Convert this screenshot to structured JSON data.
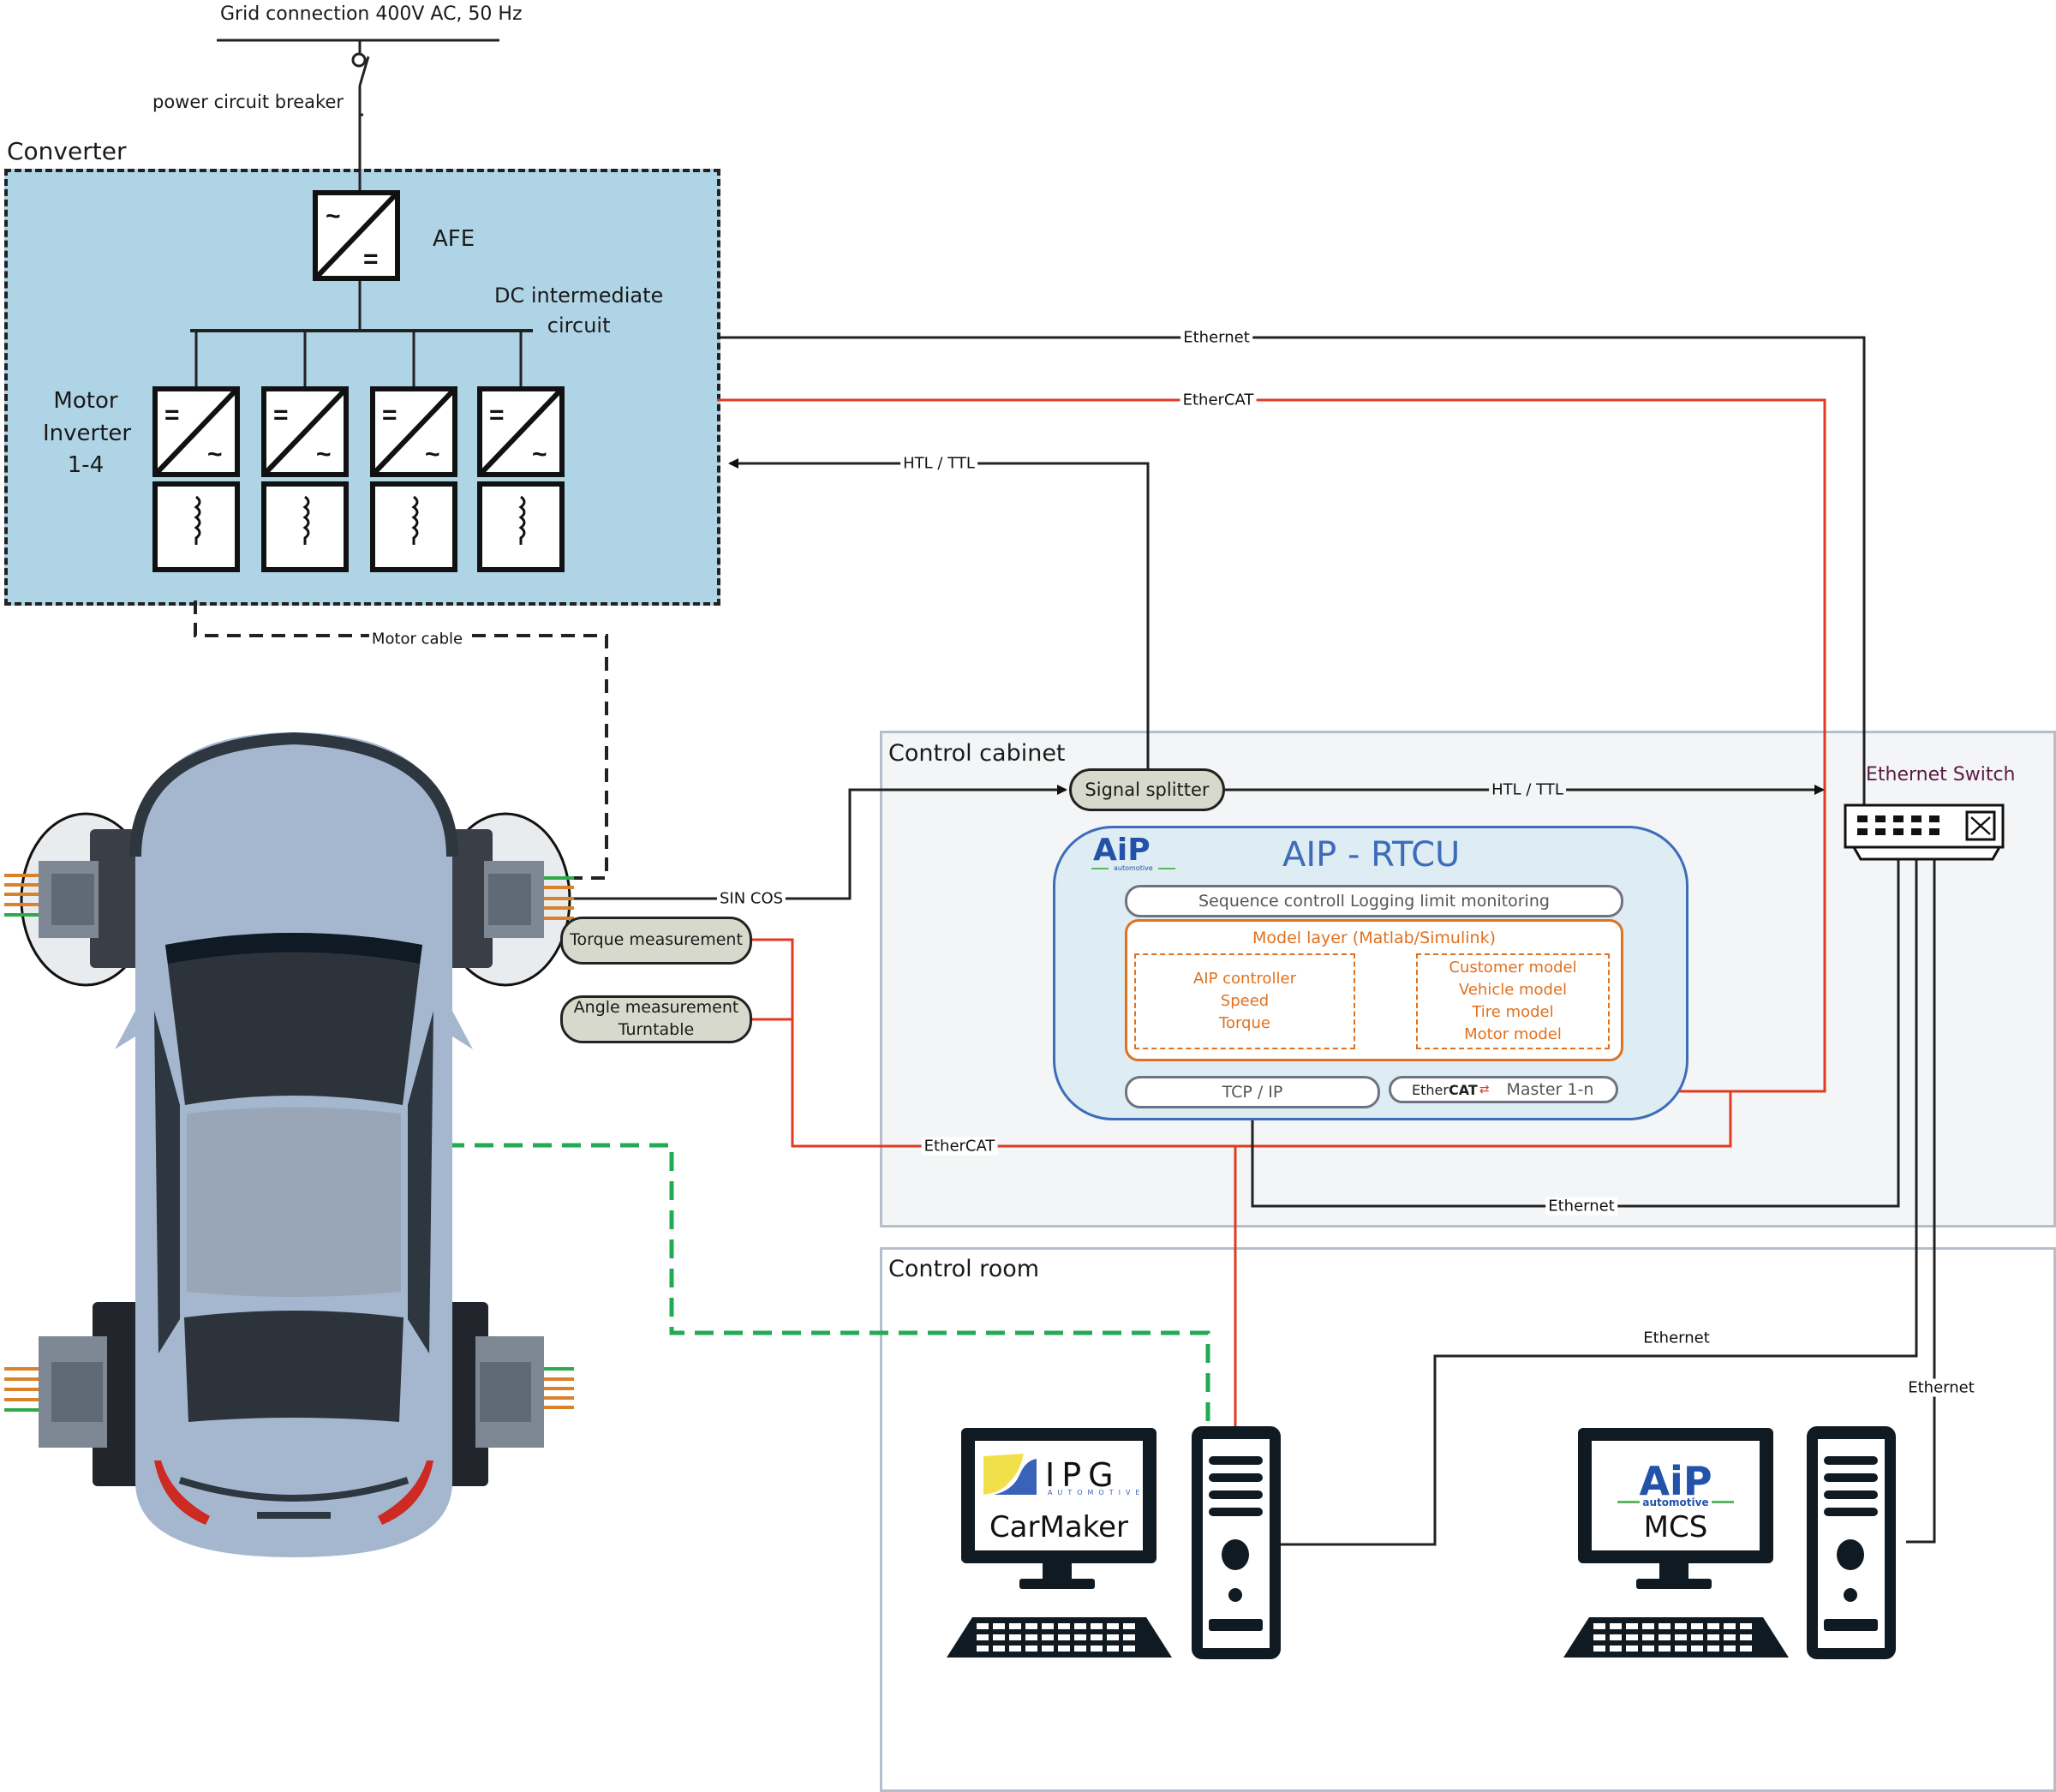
{
  "grid": {
    "title": "Grid connection 400V AC, 50 Hz",
    "breaker_label": "power circuit breaker"
  },
  "converter": {
    "title": "Converter",
    "afe_label": "AFE",
    "dc_label_line1": "DC intermediate",
    "dc_label_line2": "circuit",
    "inverter_label_line1": "Motor",
    "inverter_label_line2": "Inverter",
    "inverter_label_line3": "1-4",
    "inverter_count": 4,
    "afe_symbols": {
      "top": "~",
      "bottom": "="
    },
    "inverter_symbols": {
      "top": "=",
      "bottom": "~"
    }
  },
  "connections": {
    "ethernet_top": "Ethernet",
    "ethercat_top": "EtherCAT",
    "htl_ttl_feedback": "HTL / TTL",
    "motor_cable": "Motor cable",
    "sin_cos": "SIN COS",
    "htl_ttl_switch": "HTL / TTL",
    "ethercat_bottom": "EtherCAT",
    "ethernet_cabinet": "Ethernet",
    "ethernet_carmaker": "Ethernet",
    "ethernet_mcs": "Ethernet"
  },
  "measurements": {
    "torque": "Torque measurement",
    "angle_line1": "Angle measurement",
    "angle_line2": "Turntable"
  },
  "control_cabinet": {
    "title": "Control cabinet",
    "signal_splitter": "Signal splitter",
    "switch_label": "Ethernet Switch",
    "rtcu": {
      "logo_text": "AiP",
      "logo_sub": "automotive",
      "title": "AIP - RTCU",
      "sequence_layer": "Sequence controll Logging limit monitoring",
      "model_layer_title": "Model layer (Matlab/Simulink)",
      "controller_items": [
        "AIP controller",
        "Speed",
        "Torque"
      ],
      "model_items": [
        "Customer model",
        "Vehicle model",
        "Tire model",
        "Motor model"
      ],
      "tcp_ip": "TCP / IP",
      "ethercat_logo_a": "Ether",
      "ethercat_logo_b": "CAT",
      "ethercat_master": "Master 1-n"
    }
  },
  "control_room": {
    "title": "Control room",
    "pc1": {
      "logo": "IPG",
      "logo_sub": "AUTOMOTIVE",
      "app": "CarMaker"
    },
    "pc2": {
      "logo": "AiP",
      "logo_sub": "automotive",
      "app": "MCS"
    }
  },
  "colors": {
    "converter_fill": "#aed4e6",
    "ethercat_red": "#e03a22",
    "model_orange": "#e0711f",
    "rtcu_blue": "#3d6cb9",
    "green_dash": "#22aa55",
    "switch_title": "#5a1b44",
    "aip_blue": "#2253a8",
    "aip_green": "#5cb85c"
  }
}
